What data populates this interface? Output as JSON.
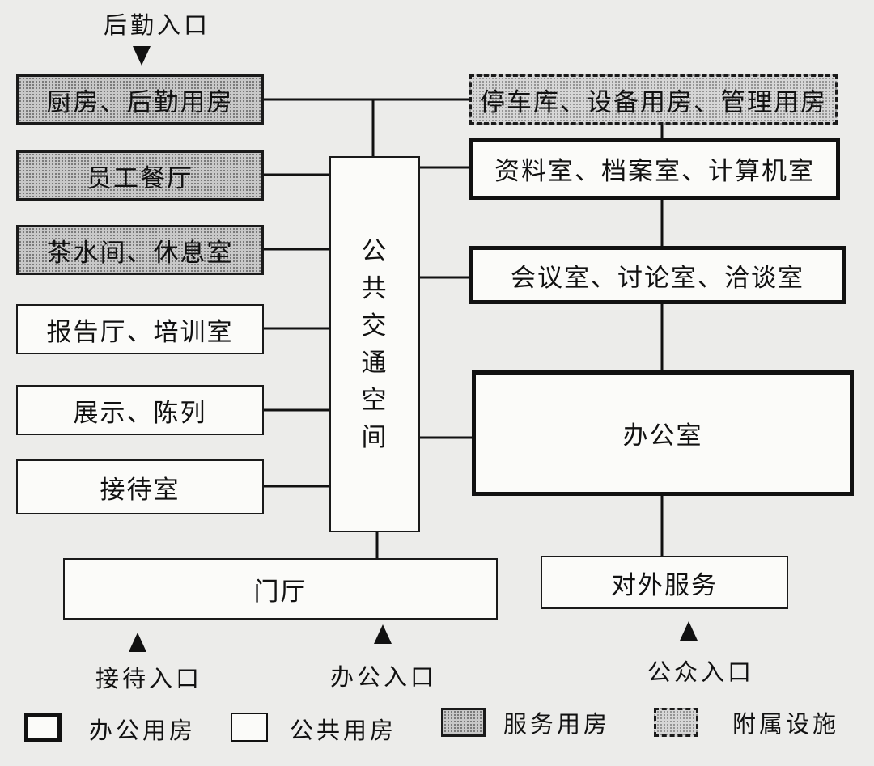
{
  "left_rooms": {
    "kitchen": "厨房、后勤用房",
    "staff_canteen": "员工餐厅",
    "tea_rest": "茶水间、休息室",
    "lecture_training": "报告厅、培训室",
    "exhibition": "展示、陈列",
    "reception_room": "接待室"
  },
  "center": {
    "public_circulation": "公共交通空间"
  },
  "right_rooms": {
    "garage_equipment_management": "停车库、设备用房、管理用房",
    "archives_computer": "资料室、档案室、计算机室",
    "meeting_rooms": "会议室、讨论室、洽谈室",
    "office": "办公室",
    "public_service": "对外服务"
  },
  "bottom": {
    "lobby": "门厅"
  },
  "entrances": {
    "logistics": "后勤入口",
    "reception": "接待入口",
    "office": "办公入口",
    "public": "公众入口"
  },
  "legend": {
    "office_rooms": "办公用房",
    "public_rooms": "公共用房",
    "service_rooms": "服务用房",
    "auxiliary_facilities": "附属设施"
  }
}
